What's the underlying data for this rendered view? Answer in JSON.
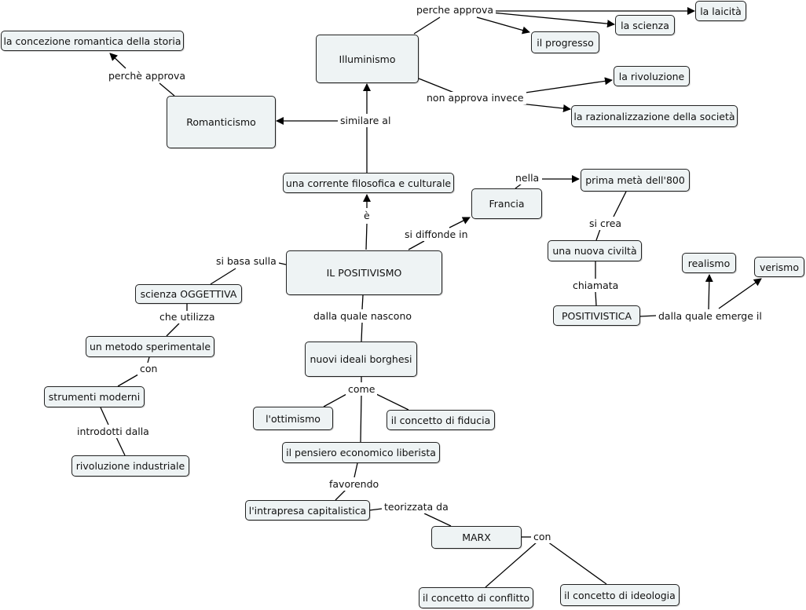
{
  "nodes": {
    "positivismo": "IL POSITIVISMO",
    "corrente": "una corrente filosofica e culturale",
    "illuminismo": "Illuminismo",
    "romanticismo": "Romanticismo",
    "concezione": "la concezione romantica della storia",
    "laicita": "la laicità",
    "scienza": "la scienza",
    "progresso": "il progresso",
    "rivoluzione": "la rivoluzione",
    "razionalizzazione": "la razionalizzazione della società",
    "francia": "Francia",
    "prima_meta": "prima metà dell'800",
    "nuova_civilta": "una nuova civiltà",
    "positivistica": "POSITIVISTICA",
    "realismo": "realismo",
    "verismo": "verismo",
    "scienza_oggettiva": "scienza OGGETTIVA",
    "metodo": "un metodo sperimentale",
    "strumenti": "strumenti moderni",
    "rivoluzione_ind": "rivoluzione industriale",
    "ideali": "nuovi ideali borghesi",
    "ottimismo": "l'ottimismo",
    "fiducia": "il concetto di fiducia",
    "pensiero": "il pensiero economico liberista",
    "intrapresa": "l'intrapresa capitalistica",
    "marx": "MARX",
    "conflitto": "il concetto di conflitto",
    "ideologia": "il concetto di ideologia"
  },
  "links": {
    "perche_approva": "perche approva",
    "perche_approva_rom": "perchè approva",
    "non_approva": "non approva invece",
    "similare": "similare al",
    "e": "è",
    "si_diffonde": "si diffonde in",
    "nella": "nella",
    "si_crea": "si crea",
    "chiamata": "chiamata",
    "dalla_quale_emerge": "dalla quale emerge il",
    "si_basa": "si basa sulla",
    "che_utilizza": "che utilizza",
    "con_1": "con",
    "introdotti": "introdotti dalla",
    "dalla_quale_nascono": "dalla quale nascono",
    "come": "come",
    "favorendo": "favorendo",
    "teorizzata": "teorizzata da",
    "con_2": "con"
  }
}
